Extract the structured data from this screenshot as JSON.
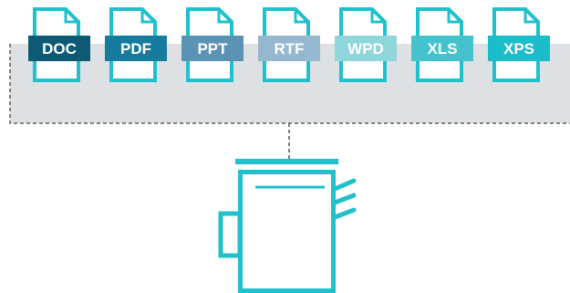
{
  "colors": {
    "outline": "#20c0cc",
    "band_fill": "#dde1e3",
    "band_border": "#5b6062",
    "background": "#ffffff"
  },
  "file_types": [
    {
      "label": "DOC",
      "color": "#0e5a74"
    },
    {
      "label": "PDF",
      "color": "#177b9e"
    },
    {
      "label": "PPT",
      "color": "#5c92b4"
    },
    {
      "label": "RTF",
      "color": "#95b7cf"
    },
    {
      "label": "WPD",
      "color": "#8fd6dc"
    },
    {
      "label": "XLS",
      "color": "#44c3ce"
    },
    {
      "label": "XPS",
      "color": "#1cbcc8"
    }
  ],
  "icons": {
    "file": "document-icon",
    "device": "printer-icon"
  }
}
